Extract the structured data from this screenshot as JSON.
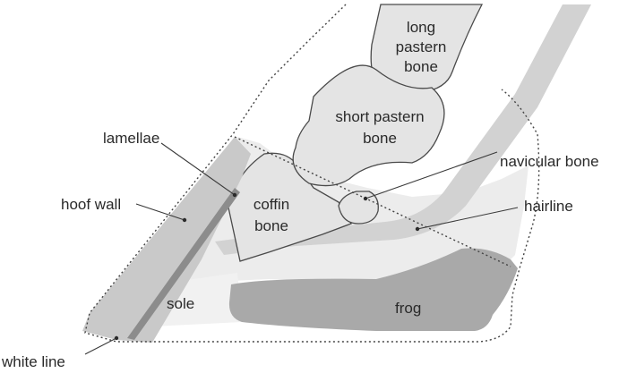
{
  "diagram": {
    "labels": {
      "long_pastern_bone": [
        "long",
        "pastern",
        "bone"
      ],
      "short_pastern_bone": [
        "short pastern",
        "bone"
      ],
      "coffin_bone": [
        "coffin",
        "bone"
      ],
      "lamellae": "lamellae",
      "hoof_wall": "hoof wall",
      "navicular_bone": "navicular bone",
      "hairline": "hairline",
      "sole": "sole",
      "frog": "frog",
      "white_line": "white line"
    },
    "colors": {
      "bone_fill": "#e4e4e4",
      "bone_stroke": "#4a4a4a",
      "hoof_wall": "#c9c9c9",
      "white_line": "#8c8c8c",
      "soft_tissue": "#ececec",
      "tendon": "#d2d2d2",
      "frog": "#a9a9a9",
      "sole": "#f1f1f1"
    }
  }
}
